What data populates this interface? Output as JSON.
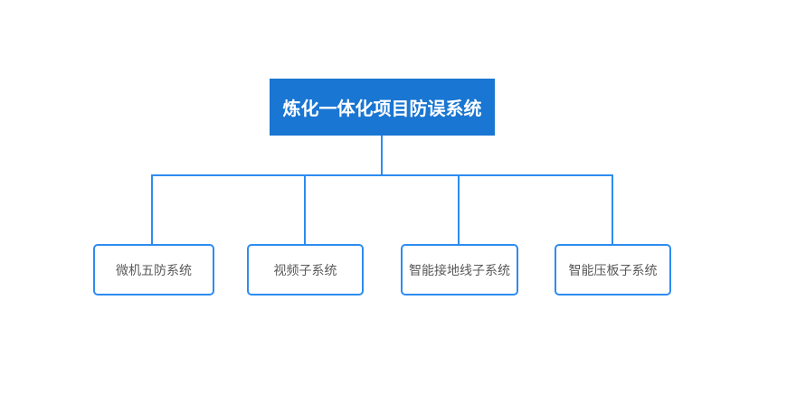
{
  "diagram": {
    "root": {
      "label": "炼化一体化项目防误系统"
    },
    "children": [
      {
        "label": "微机五防系统"
      },
      {
        "label": "视频子系统"
      },
      {
        "label": "智能接地线子系统"
      },
      {
        "label": "智能压板子系统"
      }
    ],
    "colors": {
      "root_fill": "#1976d2",
      "root_text": "#ffffff",
      "node_border": "#2d8cf0",
      "connector_line": "#2d8cf0",
      "node_text": "#595959",
      "background": "#ffffff"
    }
  }
}
